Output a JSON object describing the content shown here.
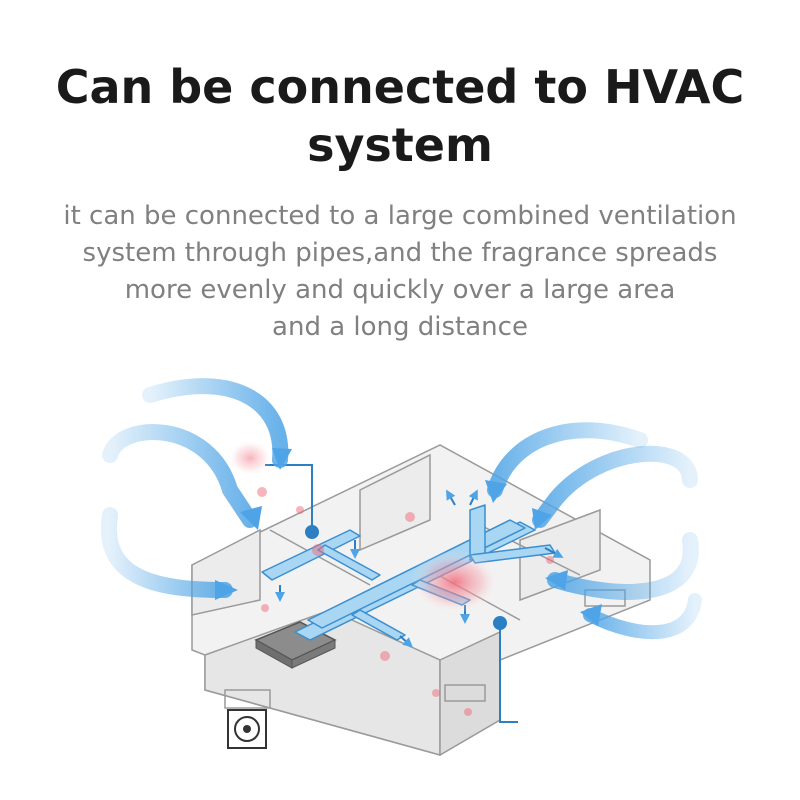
{
  "headline": {
    "line1": "Can be connected to HVAC",
    "line2": "system"
  },
  "description": {
    "line1": "it can be connected to a large combined ventilation",
    "line2": "system through pipes,and the fragrance spreads",
    "line3": "more evenly and quickly over a large area",
    "line4": "and a long distance"
  },
  "colors": {
    "title": "#1a1a1a",
    "text": "#808080",
    "duct": "#9fd0ee",
    "duct_edge": "#3b8fd0",
    "arrow": "#4ea4e6",
    "fragrance": "#f06a7a",
    "wall": "#e9e9e9",
    "wall_edge": "#9a9a9a"
  }
}
